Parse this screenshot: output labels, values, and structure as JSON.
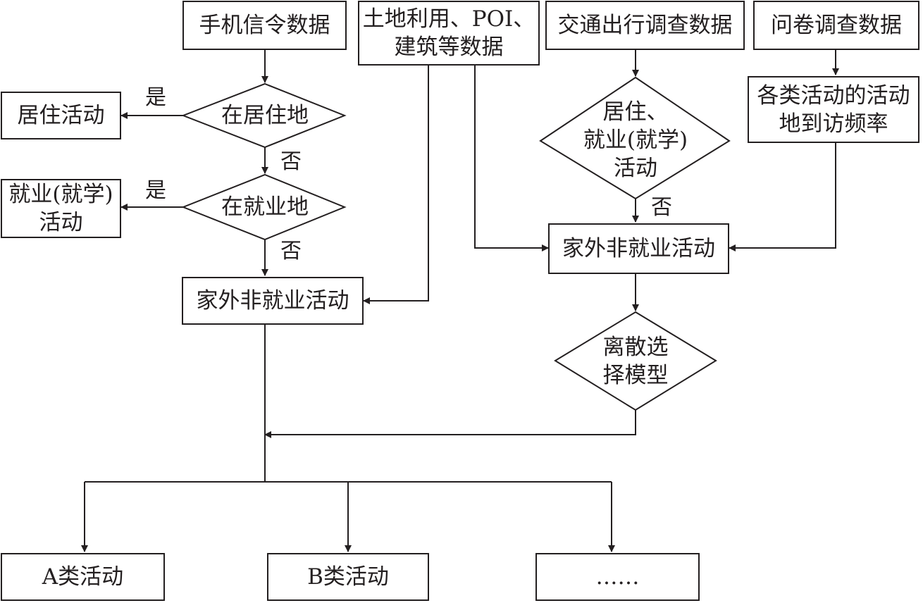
{
  "sources": {
    "mobile_signaling": "手机信令数据",
    "land_use_poi": "土地利用、POI、\n建筑等数据",
    "travel_data": "交通出行调查数据",
    "questionnaire": "问卷调查数据"
  },
  "left_branch": {
    "in_residence": "在居住地",
    "residential_activity": "居住活动",
    "in_workplace": "在就业地",
    "work_activity": "就业(就学)\n活动",
    "non_work_activity": "家外非就业活动"
  },
  "right_branch": {
    "residence_work_decision": "居住、\n就业(就学)\n活动",
    "visit_frequency": "各类活动的活动\n地到访频率",
    "non_work_activity": "家外非就业活动",
    "discrete_choice_model": "离散选\n择模型"
  },
  "outputs": {
    "class_a": "A类活动",
    "class_b": "B类活动",
    "more": "……"
  },
  "edge_labels": {
    "yes": "是",
    "no": "否"
  }
}
